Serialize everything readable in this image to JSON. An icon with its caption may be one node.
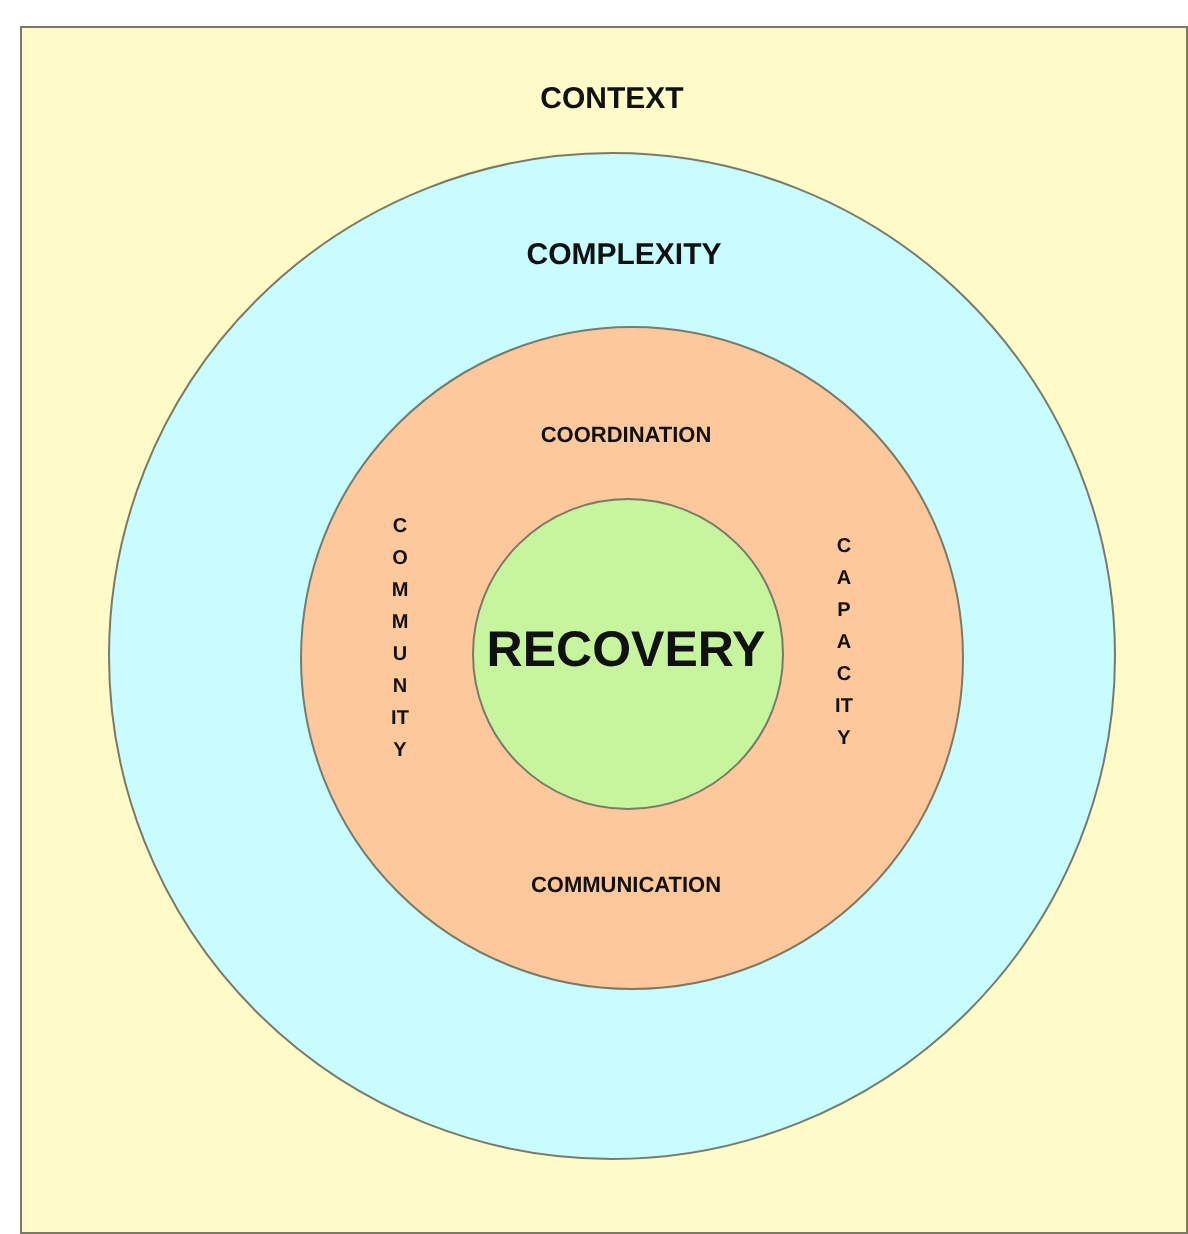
{
  "diagram": {
    "nodes": [
      {
        "text": [
          "CONTEXT"
        ]
      },
      {
        "text": [
          "COMPLEXITY"
        ],
        "in": 0
      },
      {
        "text": [
          "COORDINATION",
          "COMMUNITY",
          "CAPACITY",
          "COMMUNICATION"
        ],
        "in": 1
      },
      {
        "text": [
          "RECOVERY"
        ],
        "in": 2
      }
    ]
  }
}
